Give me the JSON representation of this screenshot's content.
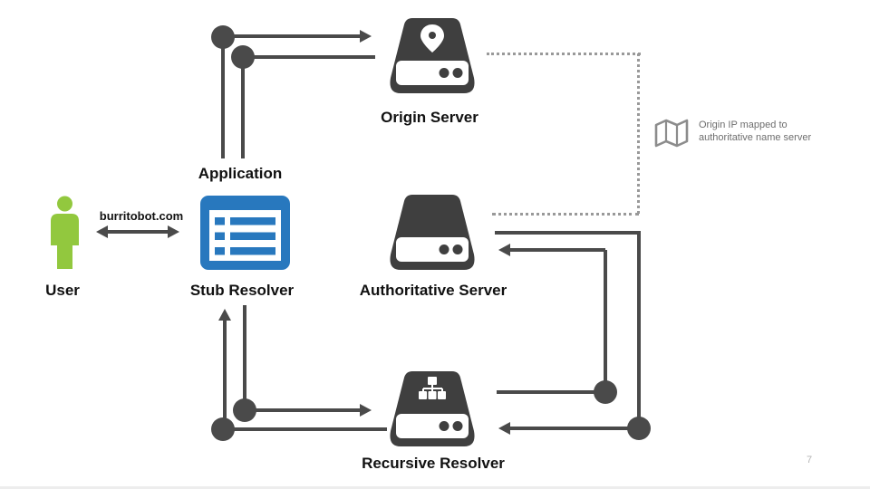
{
  "slide": {
    "page_number": "7"
  },
  "nodes": {
    "user": "User",
    "stub_resolver": "Stub Resolver",
    "application": "Application",
    "origin_server": "Origin Server",
    "authoritative_server": "Authoritative Server",
    "recursive_resolver": "Recursive Resolver"
  },
  "labels": {
    "query_domain": "burritobot.com",
    "map_note_line1": "Origin IP mapped to",
    "map_note_line2": "authoritative name server"
  },
  "edges": [
    {
      "from": "user",
      "to": "stub_resolver",
      "style": "solid",
      "arrows": "both",
      "label": "burritobot.com"
    },
    {
      "from": "application",
      "to": "origin_server",
      "style": "solid",
      "arrows": "end"
    },
    {
      "from": "origin_server",
      "to": "application",
      "style": "solid",
      "arrows": "none"
    },
    {
      "from": "stub_resolver",
      "to": "recursive_resolver",
      "style": "solid",
      "arrows": "end"
    },
    {
      "from": "recursive_resolver",
      "to": "stub_resolver",
      "style": "solid",
      "arrows": "end"
    },
    {
      "from": "recursive_resolver",
      "to": "authoritative_server",
      "style": "solid",
      "arrows": "end"
    },
    {
      "from": "authoritative_server",
      "to": "recursive_resolver",
      "style": "solid",
      "arrows": "end"
    },
    {
      "from": "origin_server",
      "to": "authoritative_server",
      "style": "dotted",
      "arrows": "none",
      "note": "Origin IP mapped to authoritative name server"
    }
  ],
  "colors": {
    "user_green": "#92C83E",
    "resolver_blue": "#2878BE",
    "server_dark": "#3F3F3F",
    "connector": "#4A4A4A",
    "dotted_line": "#999999",
    "annotation_text": "#6E6E6E",
    "map_icon": "#8C8C8C",
    "page_number": "#B3B3B3"
  }
}
